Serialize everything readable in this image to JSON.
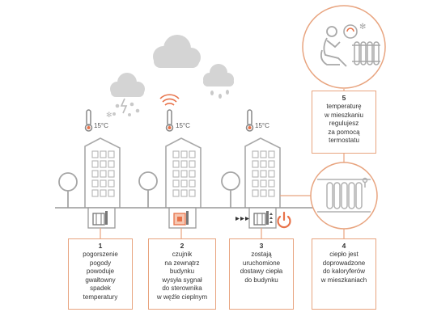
{
  "colors": {
    "accent": "#e8734a",
    "building": "#aaaaaa",
    "cloud": "#cfcfcf",
    "text": "#333333"
  },
  "buildings": [
    {
      "temperature": "15°C"
    },
    {
      "temperature": "15°C"
    },
    {
      "temperature": "15°C"
    }
  ],
  "steps": [
    {
      "number": "1",
      "text": "pogorszenie\npogody\npowoduje\ngwałtowny\nspadek\ntemperatury"
    },
    {
      "number": "2",
      "text": "czujnik\nna zewnątrz\nbudynku\nwysyła sygnał\ndo sterownika\nw węźle cieplnym"
    },
    {
      "number": "3",
      "text": "zostają\nuruchomione\ndostawy ciepła\ndo budynku"
    },
    {
      "number": "4",
      "text": "ciepło jest\ndoprowadzone\ndo kaloryferów\nw mieszkaniach"
    },
    {
      "number": "5",
      "text": "temperaturę\nw mieszkaniu\nregulujesz\nza pomocą\ntermostatu"
    }
  ],
  "icons": {
    "weather": [
      "cloud-icon",
      "snow-cloud-icon",
      "rain-cloud-icon"
    ],
    "thermometer": "thermometer-icon",
    "signal": "signal-waves-icon",
    "power": "power-icon",
    "radiator": "radiator-icon",
    "person": "person-relaxing-icon"
  }
}
